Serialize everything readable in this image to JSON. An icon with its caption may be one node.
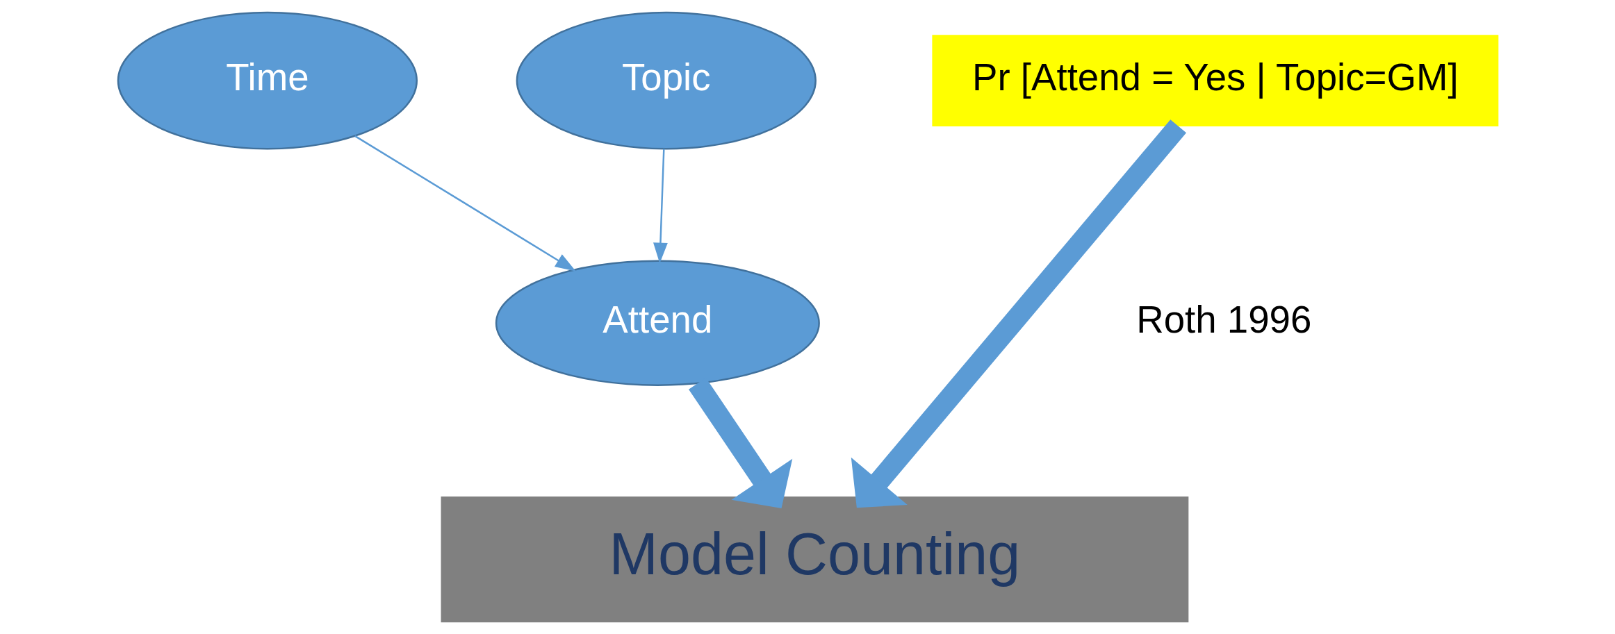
{
  "diagram": {
    "nodes": [
      {
        "text": [
          "Time"
        ]
      },
      {
        "text": [
          "Topic"
        ]
      },
      {
        "text": [
          "Attend"
        ]
      },
      {
        "text": [
          "Pr [Attend = Yes | Topic=GM]"
        ]
      },
      {
        "text": [
          "Model Counting"
        ]
      }
    ],
    "edges": [
      {
        "from": 0,
        "to": 2,
        "arrow": "to"
      },
      {
        "from": 1,
        "to": 2,
        "arrow": "to"
      },
      {
        "from": 2,
        "to": 4,
        "arrow": "to",
        "style": "thick"
      },
      {
        "from": 3,
        "to": 4,
        "arrow": "to",
        "style": "thick"
      }
    ],
    "labels": [
      "Roth 1996"
    ]
  }
}
